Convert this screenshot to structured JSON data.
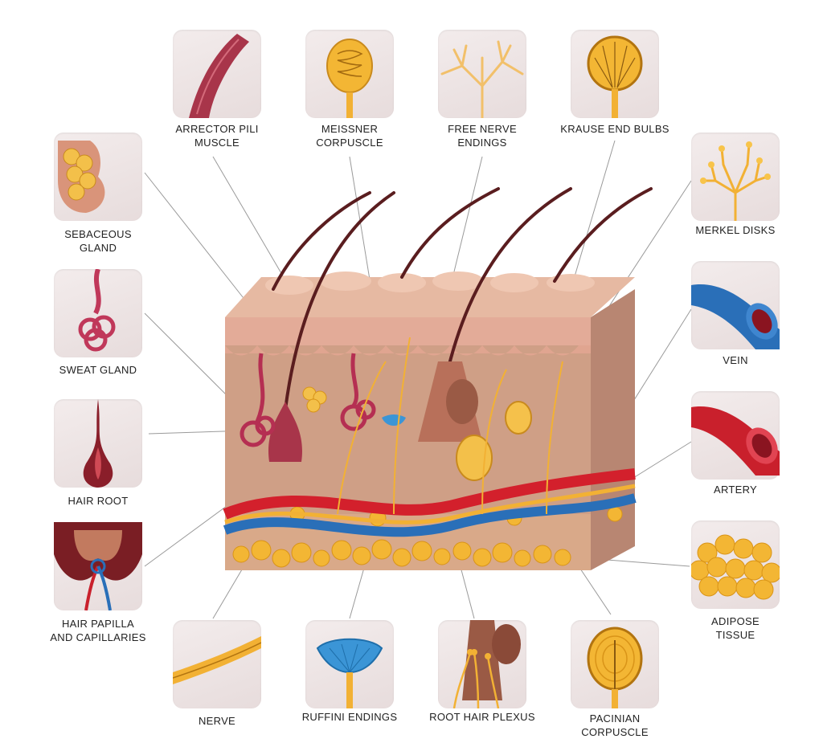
{
  "labels": {
    "arrector": [
      "ARRECTOR PILI",
      "MUSCLE"
    ],
    "meissner": [
      "MEISSNER",
      "CORPUSCLE"
    ],
    "free_nerve": [
      "FREE NERVE",
      "ENDINGS"
    ],
    "krause": [
      "KRAUSE END BULBS"
    ],
    "sebaceous": [
      "SEBACEOUS",
      "GLAND"
    ],
    "merkel": [
      "MERKEL DISKS"
    ],
    "sweat": [
      "SWEAT GLAND"
    ],
    "vein": [
      "VEIN"
    ],
    "hair_root": [
      "HAIR ROOT"
    ],
    "artery": [
      "ARTERY"
    ],
    "papilla": [
      "HAIR PAPILLA",
      "AND CAPILLARIES"
    ],
    "adipose": [
      "ADIPOSE",
      "TISSUE"
    ],
    "nerve": [
      "NERVE"
    ],
    "ruffini": [
      "RUFFINI ENDINGS"
    ],
    "root_plexus": [
      "ROOT HAIR PLEXUS"
    ],
    "pacinian": [
      "PACINIAN",
      "CORPUSCLE"
    ]
  },
  "colors": {
    "skin_base": "#cf9f86",
    "epidermis": "#e9b9a5",
    "muscle": "#a8354a",
    "nerve": "#f2b134",
    "artery": "#d3202c",
    "vein": "#2a6fb8",
    "fat": "#f3b634",
    "hair": "#5a1d1f"
  }
}
